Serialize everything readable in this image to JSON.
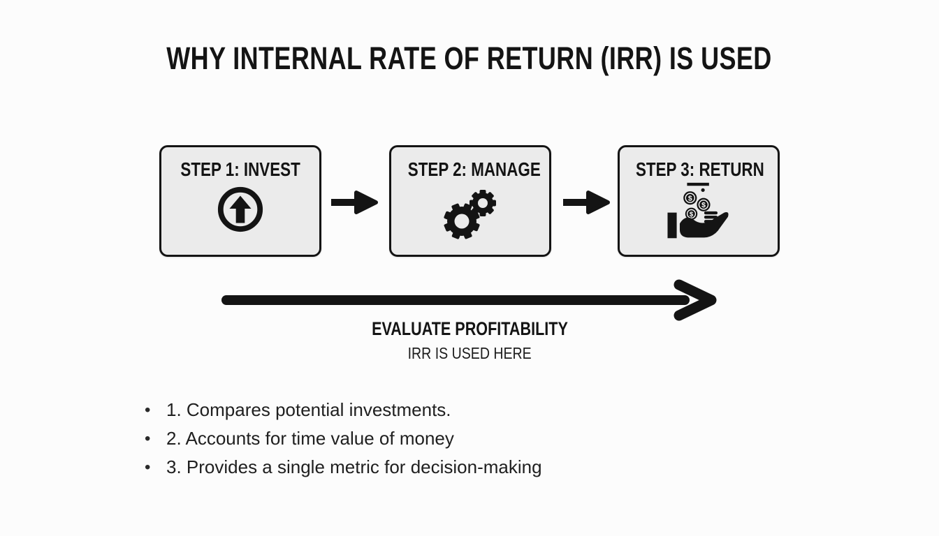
{
  "title": "WHY INTERNAL RATE OF RETURN (IRR) IS USED",
  "steps": [
    {
      "label": "STEP 1: INVEST",
      "icon": "arrow-up-circle-icon"
    },
    {
      "label": "STEP 2: MANAGE",
      "icon": "gears-icon"
    },
    {
      "label": "STEP 3: RETURN",
      "icon": "hand-receiving-coins-icon"
    }
  ],
  "timeline": {
    "label": "EVALUATE PROFITABILITY",
    "sublabel": "IRR IS USED HERE"
  },
  "bullets": [
    "1. Compares potential investments.",
    "2. Accounts for time value of money",
    "3. Provides a single metric for decision-making"
  ],
  "colors": {
    "ink": "#141414",
    "box_fill": "#ebebeb",
    "background": "#fcfcfc"
  }
}
